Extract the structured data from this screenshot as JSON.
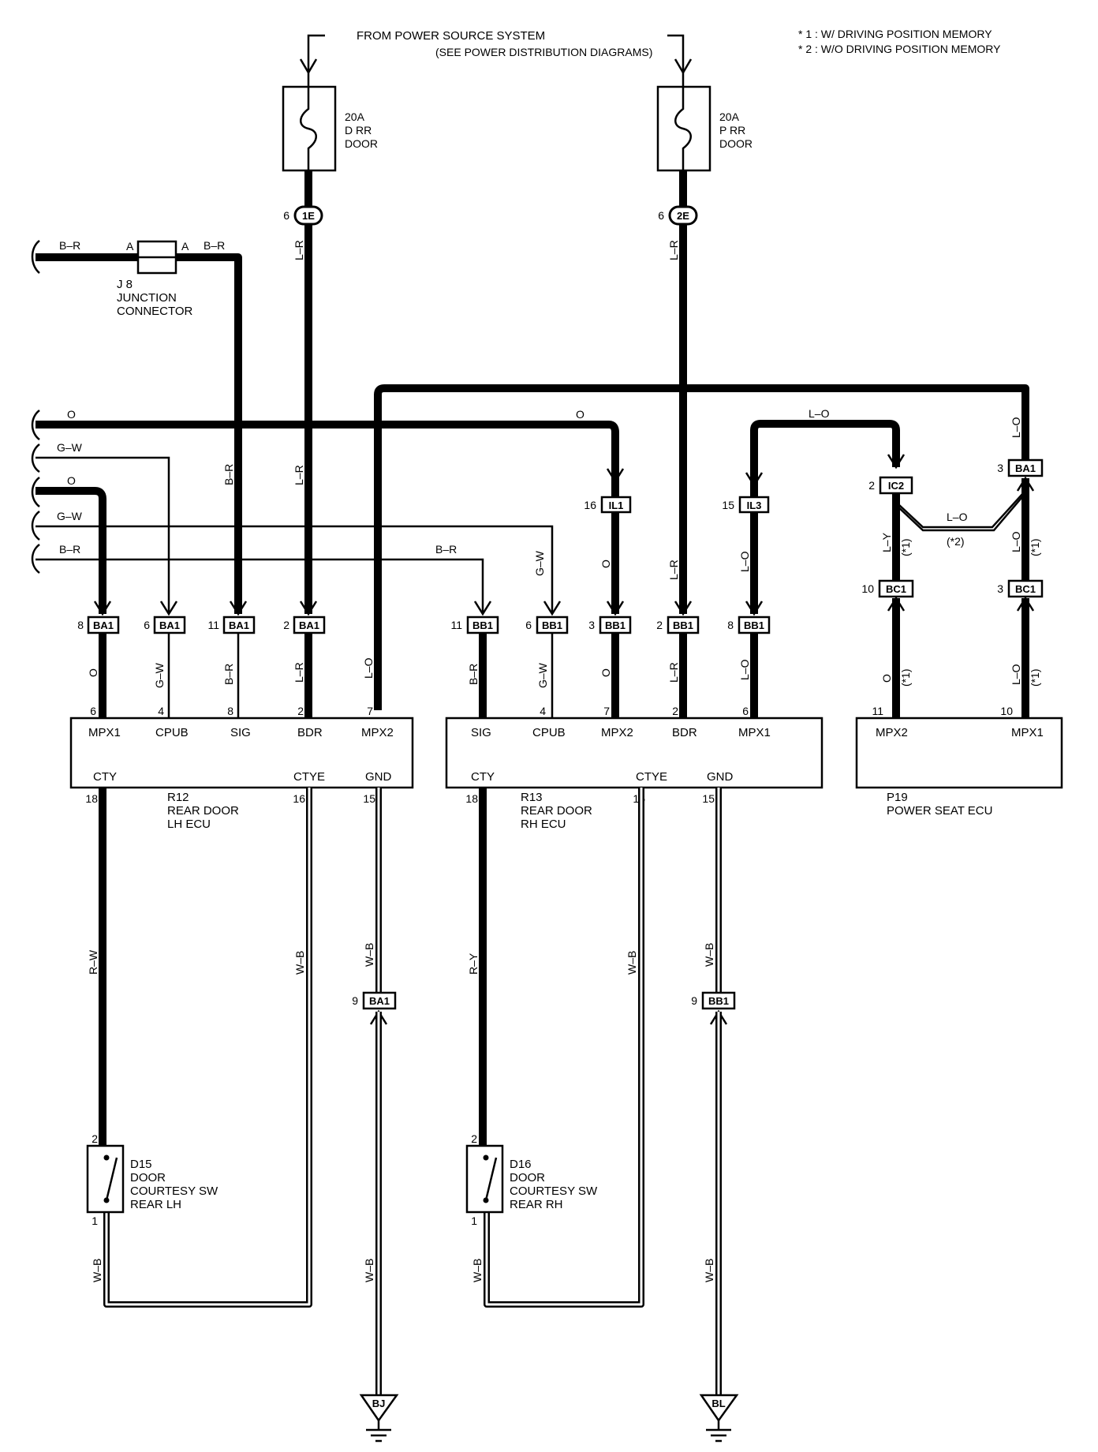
{
  "header": {
    "power_line1": "FROM POWER SOURCE SYSTEM",
    "power_line2": "(SEE POWER DISTRIBUTION DIAGRAMS)",
    "note1": "* 1 : W/ DRIVING POSITION MEMORY",
    "note2": "* 2 : W/O DRIVING POSITION MEMORY"
  },
  "fuses": [
    {
      "rating": "20A",
      "name1": "D RR",
      "name2": "DOOR",
      "conn": "1E",
      "pin": "6"
    },
    {
      "rating": "20A",
      "name1": "P RR",
      "name2": "DOOR",
      "conn": "2E",
      "pin": "6"
    }
  ],
  "junction": {
    "code": "J 8",
    "line1": "JUNCTION",
    "line2": "CONNECTOR",
    "pin_a": "A",
    "pin_b": "A"
  },
  "wires": {
    "b_r": "B–R",
    "l_r": "L–R",
    "o": "O",
    "g_w": "G–W",
    "l_o": "L–O",
    "l_y": "L–Y",
    "r_w": "R–W",
    "r_y": "R–Y",
    "w_b": "W–B"
  },
  "notes": {
    "s1": "(*1)",
    "s2": "(*2)"
  },
  "connectors": {
    "ba1": "BA1",
    "bb1": "BB1",
    "il1": "IL1",
    "il3": "IL3",
    "ic2": "IC2",
    "bc1": "BC1"
  },
  "pins": {
    "p1": "1",
    "p2": "2",
    "p3": "3",
    "p4": "4",
    "p6": "6",
    "p7": "7",
    "p8": "8",
    "p9": "9",
    "p10": "10",
    "p11": "11",
    "p15": "15",
    "p16": "16",
    "p18": "18"
  },
  "terminals": {
    "mpx1": "MPX1",
    "mpx2": "MPX2",
    "cpub": "CPUB",
    "sig": "SIG",
    "bdr": "BDR",
    "cty": "CTY",
    "ctye": "CTYE",
    "gnd": "GND"
  },
  "ecus": [
    {
      "code": "R12",
      "line1": "REAR DOOR",
      "line2": "LH ECU"
    },
    {
      "code": "R13",
      "line1": "REAR DOOR",
      "line2": "RH ECU"
    },
    {
      "code": "P19",
      "line1": "POWER SEAT ECU"
    }
  ],
  "switches": [
    {
      "code": "D15",
      "line1": "DOOR",
      "line2": "COURTESY SW",
      "line3": "REAR LH"
    },
    {
      "code": "D16",
      "line1": "DOOR",
      "line2": "COURTESY SW",
      "line3": "REAR RH"
    }
  ],
  "grounds": [
    {
      "code": "BJ"
    },
    {
      "code": "BL"
    }
  ]
}
